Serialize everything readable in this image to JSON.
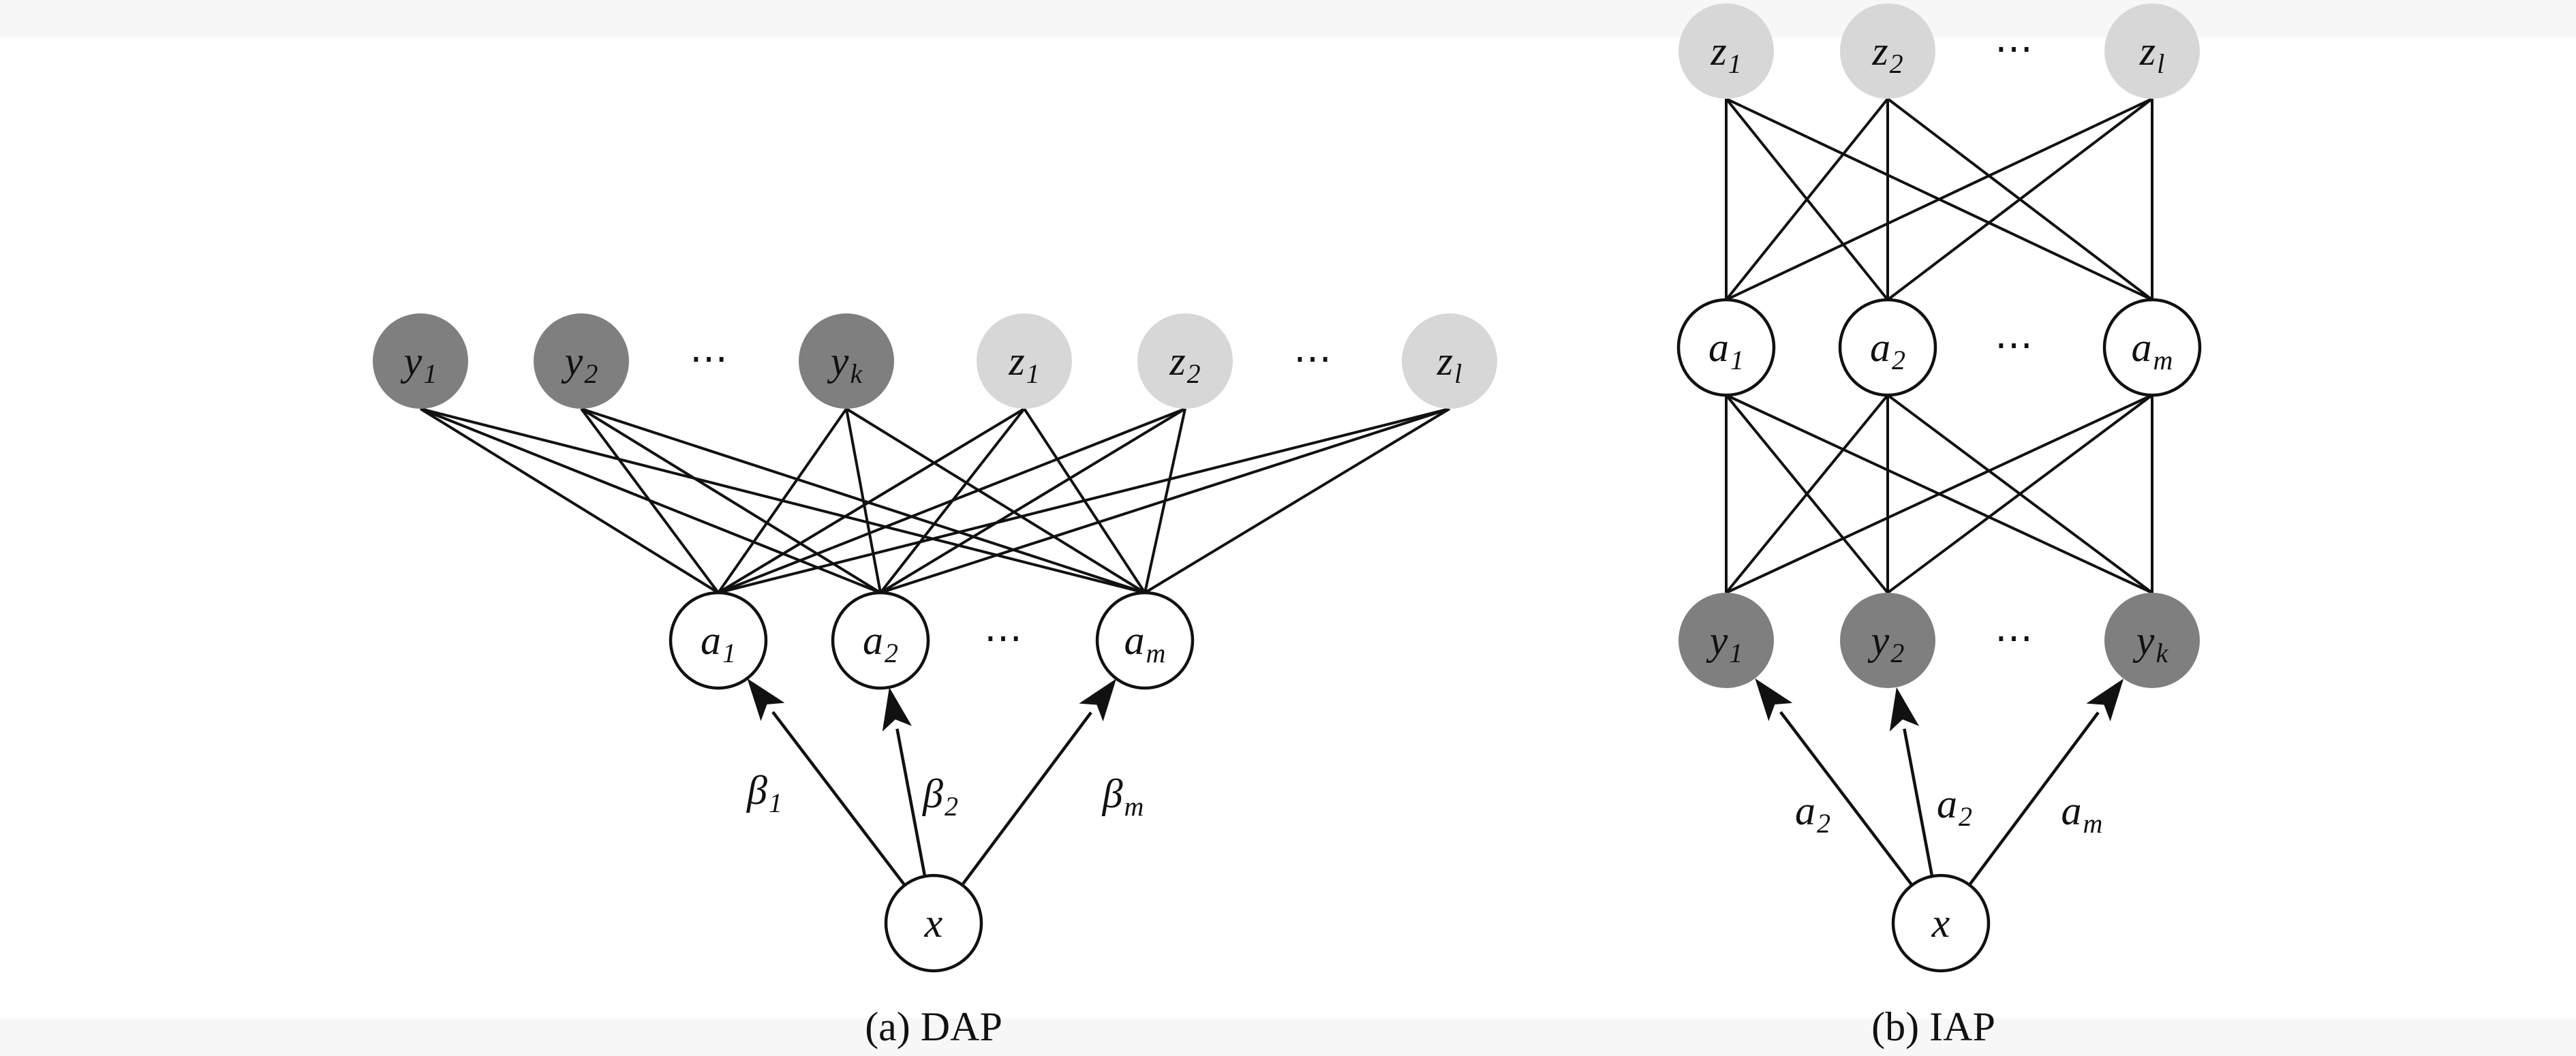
{
  "colors": {
    "observed_node": "#7f7f7f",
    "unseen_node": "#d7d7d7",
    "latent_node": "#ffffff",
    "stroke": "#111111",
    "background": "#f7f7f7",
    "panel": "#ffffff"
  },
  "dap": {
    "caption": "(a) DAP",
    "y_nodes": [
      {
        "base": "y",
        "sub": "1"
      },
      {
        "base": "y",
        "sub": "2"
      },
      {
        "base": "y",
        "sub": "k"
      }
    ],
    "z_nodes": [
      {
        "base": "z",
        "sub": "1"
      },
      {
        "base": "z",
        "sub": "2"
      },
      {
        "base": "z",
        "sub": "l"
      }
    ],
    "a_nodes": [
      {
        "base": "a",
        "sub": "1"
      },
      {
        "base": "a",
        "sub": "2"
      },
      {
        "base": "a",
        "sub": "m"
      }
    ],
    "x_node": {
      "base": "x",
      "sub": ""
    },
    "edge_labels": [
      {
        "base": "β",
        "sub": "1"
      },
      {
        "base": "β",
        "sub": "2"
      },
      {
        "base": "β",
        "sub": "m"
      }
    ],
    "ellipsis": "⋯"
  },
  "iap": {
    "caption": "(b) IAP",
    "z_nodes": [
      {
        "base": "z",
        "sub": "1"
      },
      {
        "base": "z",
        "sub": "2"
      },
      {
        "base": "z",
        "sub": "l"
      }
    ],
    "a_nodes": [
      {
        "base": "a",
        "sub": "1"
      },
      {
        "base": "a",
        "sub": "2"
      },
      {
        "base": "a",
        "sub": "m"
      }
    ],
    "y_nodes": [
      {
        "base": "y",
        "sub": "1"
      },
      {
        "base": "y",
        "sub": "2"
      },
      {
        "base": "y",
        "sub": "k"
      }
    ],
    "x_node": {
      "base": "x",
      "sub": ""
    },
    "edge_labels": [
      {
        "base": "a",
        "sub": "2"
      },
      {
        "base": "a",
        "sub": "2"
      },
      {
        "base": "a",
        "sub": "m"
      }
    ],
    "ellipsis": "⋯"
  }
}
